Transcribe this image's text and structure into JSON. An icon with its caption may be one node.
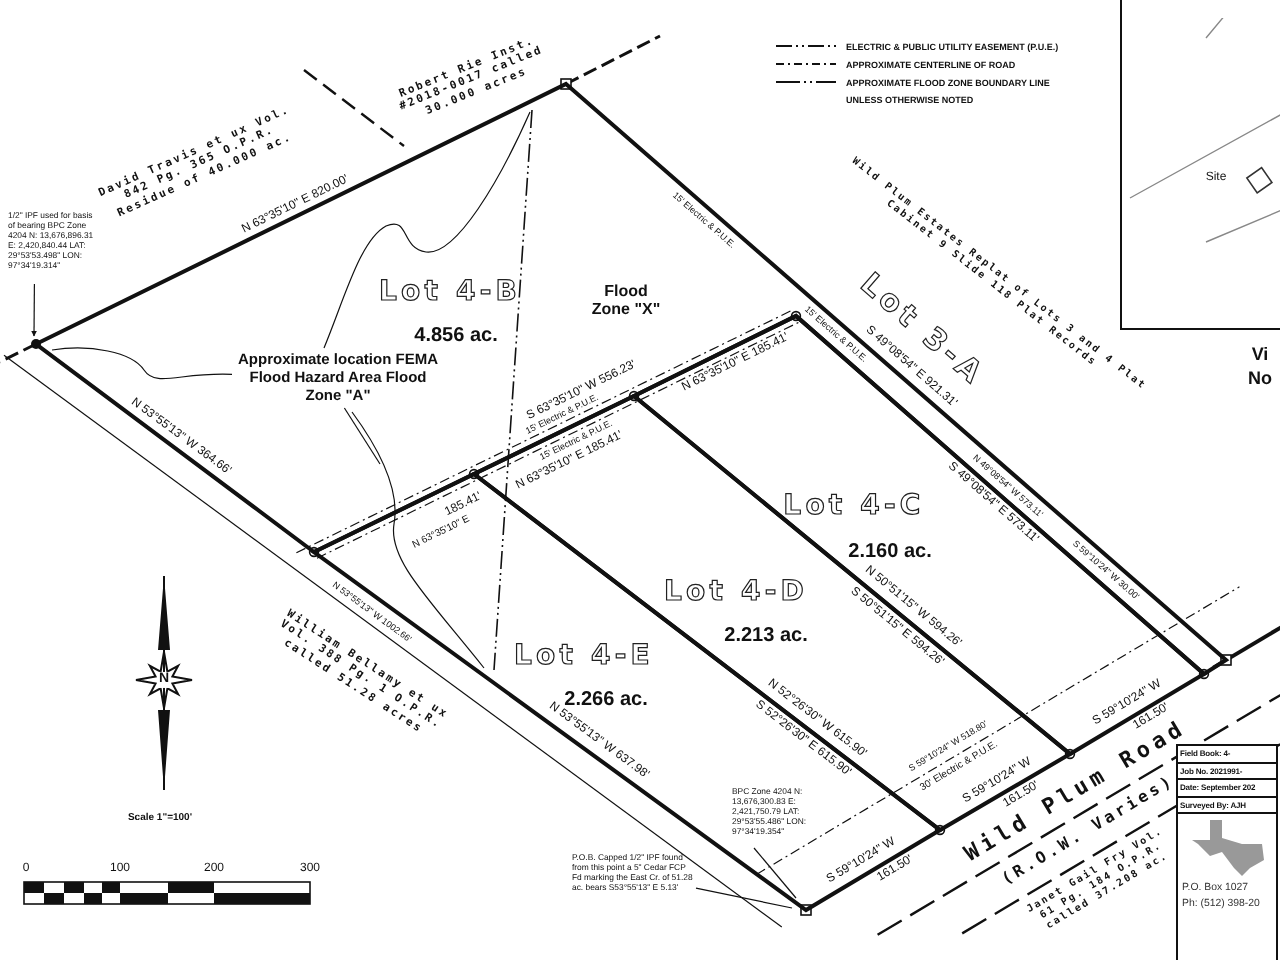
{
  "diagram": {
    "nodes": [
      {
        "text": [
          "Lot 4-B",
          "4.856 ac."
        ]
      },
      {
        "text": [
          "Lot 4-C",
          "2.160 ac."
        ]
      },
      {
        "text": [
          "Lot 4-D",
          "2.213 ac."
        ]
      },
      {
        "text": [
          "Lot 4-E",
          "2.266 ac."
        ]
      },
      {
        "text": [
          "1/2\" IPF used for basis of bearing BPC Zone 4204 N: 13,676,896.31 E: 2,420,840.44 LAT: 29°53'53.498\" LON: 97°34'19.314\""
        ]
      },
      {
        "text": [
          "Approximate location FEMA Flood Hazard Area Flood Zone \"A\""
        ],
        "in": 0
      },
      {
        "text": [
          "BPC Zone 4204 N: 13,676,300.83 E: 2,421,750.79 LAT: 29°53'55.486\" LON: 97°34'19.354\""
        ],
        "in": 3
      },
      {
        "text": [
          "P.O.B. Capped 1/2\" IPF found from this point a 5\" Cedar FCP Fd marking the East Cr. of 51.28 ac. bears S53°55'13\" E 5.13'"
        ]
      },
      {
        "text": [
          "Site"
        ]
      },
      {
        "text": [
          "Field Book: 4-",
          "Job No. 2021991-",
          "Date: September 202",
          "Surveyed By: AJH",
          "P.O. Box 1027",
          "Ph: (512) 398-20"
        ]
      }
    ],
    "edges": [
      {
        "from": 4,
        "to": 0,
        "arrow": "to"
      },
      {
        "from": 5,
        "to": 0,
        "arrow": "none"
      },
      {
        "from": 5,
        "to": 0,
        "arrow": "none"
      },
      {
        "from": 6,
        "to": 3,
        "arrow": "none"
      },
      {
        "from": 7,
        "to": 3,
        "arrow": "none"
      }
    ],
    "labels": [
      "UNLESS OTHERWISE NOTED",
      "Robert Rie Inst. #2018-0017 called 30.000 acres",
      "David Travis et ux Vol. 842 Pg. 365 O.P.R. Residue of 40.000 ac.",
      "N 63°35'10\" E 820.00'",
      "Flood Zone \"X\"",
      "Lot 3-A",
      "Wild Plum Estates Replat of Lots 3 and 4 Plat Cabinet 9 Slide 118 Plat Records",
      "15' Electric & P.U.E.",
      "S 49°08'54\" E 921.31'",
      "15' Electric & P.U.E.",
      "N 49°08'54\" W 573.11'",
      "S 49°08'54\" E 573.11'",
      "S 63°35'10\" W 556.23'",
      "15' Electric & P.U.E.",
      "15' Electric & P.U.E.",
      "N 63°35'10\" E 185.41'",
      "N 63°35'10\" E 185.41'",
      "185.41'",
      "N 63°35'10\" E",
      "N 50°51'15\" W 594.26'",
      "S 50°51'15\" E 594.26'",
      "S 59°10'24\" W 30.00'",
      "N 52°26'30\" W 615.90'",
      "S 52°26'30\" E 615.90'",
      "N 53°55'13\" W 364.66'",
      "N 53°55'13\" W 1002.66'",
      "William Bellamy et ux Vol. 388 Pg. 1 O.P.R. called 51.28 acres",
      "N",
      "N 53°55'13\" W 637.98'",
      "S 59°10'24\" W 518.80'",
      "30' Electric & P.U.E.",
      "S 59°10'24\" W",
      "161.50'",
      "S 59°10'24\" W",
      "161.50'",
      "S 59°10'24\" W",
      "161.50'",
      "Wild Plum Road",
      "(R.O.W. Varies)",
      "Janet Gail Fry Vol. 61 Pg. 184 O.P.R. called 37.208 ac.",
      "Scale 1\"=100'",
      "0",
      "100",
      "200",
      "300",
      "Vi",
      "No"
    ],
    "legend": [
      {
        "text": "ELECTRIC & PUBLIC UTILITY EASEMENT (P.U.E.)"
      },
      {
        "text": "APPROXIMATE CENTERLINE OF ROAD"
      },
      {
        "text": "APPROXIMATE FLOOD ZONE BOUNDARY LINE"
      }
    ]
  }
}
